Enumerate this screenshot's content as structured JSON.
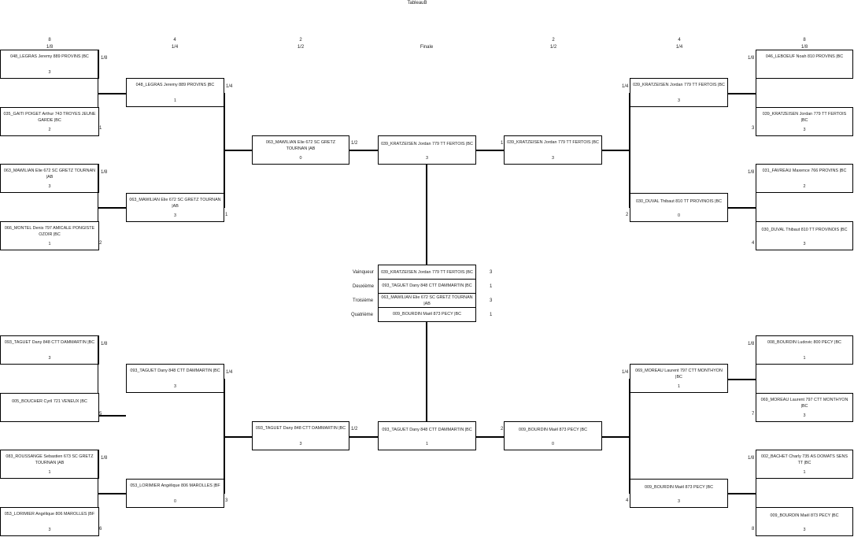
{
  "title": "TableauB",
  "headers": [
    {
      "top": "8",
      "bottom": "1/8"
    },
    {
      "top": "4",
      "bottom": "1/4"
    },
    {
      "top": "2",
      "bottom": "1/2"
    },
    {
      "top": "",
      "bottom": "Finale"
    },
    {
      "top": "2",
      "bottom": "1/2"
    },
    {
      "top": "4",
      "bottom": "1/4"
    },
    {
      "top": "8",
      "bottom": "1/8"
    }
  ],
  "matches": {
    "L1a": {
      "name": "048_LEGRAS Jeremy 889 PROVINS |BC",
      "score": "3"
    },
    "L1b": {
      "name": "035_GAITI POIGET Arthur 743 TROYES JEUNE GARDE |BC",
      "score": "2"
    },
    "L2a": {
      "name": "063_MAWILIAN Elie 672 SC GRETZ TOURNAN |AB",
      "score": "3"
    },
    "L2b": {
      "name": "066_MONTEL Denis 797 AMICALE PONGISTE OZOIR |BC",
      "score": "1"
    },
    "L3a": {
      "name": "093_TAGUET Dany 848 CTT DAMMARTIN |BC",
      "score": "3"
    },
    "L3b": {
      "name": "005_BOUCHER Cyril 721 VENEUX |BC",
      "score": ""
    },
    "L4a": {
      "name": "083_ROUSSANGE Sebastien 673 SC GRETZ TOURNAN |AB",
      "score": "1"
    },
    "L4b": {
      "name": "053_LORIMIER Angélique 806 MAROLLES |BF",
      "score": "3"
    },
    "LQ1": {
      "name": "048_LEGRAS Jeremy 889 PROVINS |BC",
      "score": "1"
    },
    "LQ2": {
      "name": "063_MAWILIAN Elie 672 SC GRETZ TOURNAN |AB",
      "score": "3"
    },
    "LQ3": {
      "name": "093_TAGUET Dany 848 CTT DAMMARTIN |BC",
      "score": "3"
    },
    "LQ4": {
      "name": "053_LORIMIER Angélique 806 MAROLLES |BF",
      "score": "0"
    },
    "LS1": {
      "name": "063_MAWILIAN Elie 672 SC GRETZ TOURNAN |AB",
      "score": "0"
    },
    "LS2": {
      "name": "093_TAGUET Dany 848 CTT DAMMARTIN |BC",
      "score": "3"
    },
    "F1": {
      "name": "039_KRATZEISEN Jordan 779 TT FERTOIS |BC",
      "score": "3"
    },
    "F2": {
      "name": "093_TAGUET Dany 848 CTT DAMMARTIN |BC",
      "score": "1"
    },
    "RS1": {
      "name": "039_KRATZEISEN Jordan 779 TT FERTOIS |BC",
      "score": "3"
    },
    "RS2": {
      "name": "009_BOURDIN Maël 873 PECY |BC",
      "score": "0"
    },
    "RQ1": {
      "name": "039_KRATZEISEN Jordan 779 TT FERTOIS |BC",
      "score": "3"
    },
    "RQ2": {
      "name": "030_DUVAL Thibaut 810 TT PROVINOIS |BC",
      "score": "0"
    },
    "RQ3": {
      "name": "069_MOREAU Laurent 797 CTT MONTHYON |BC",
      "score": "1"
    },
    "RQ4": {
      "name": "009_BOURDIN Maël 873 PECY |BC",
      "score": "3"
    },
    "R1a": {
      "name": "046_LEBOEUF Noah 810 PROVINS |BC",
      "score": ""
    },
    "R1b": {
      "name": "039_KRATZEISEN Jordan 779 TT FERTOIS |BC",
      "score": "3"
    },
    "R2a": {
      "name": "031_FAVREAU Maxence 766 PROVINS |BC",
      "score": "2"
    },
    "R2b": {
      "name": "030_DUVAL Thibaut 810 TT PROVINOIS |BC",
      "score": "3"
    },
    "R3a": {
      "name": "008_BOURDIN Ludovic 800 PECY |BC",
      "score": "1"
    },
    "R3b": {
      "name": "069_MOREAU Laurent 797 CTT MONTHYON |BC",
      "score": "3"
    },
    "R4a": {
      "name": "002_BACHET Charly 735 AS DOMATS SENS TT |BC",
      "score": "1"
    },
    "R4b": {
      "name": "009_BOURDIN Maël 873 PECY |BC",
      "score": "3"
    }
  },
  "labels": {
    "l1_8a": "1/8",
    "l1_8b": "1/8",
    "l1_8c": "1/8",
    "l1_8d": "1/8",
    "l1_4a": "1/4",
    "l1_4b": "1/4",
    "l1_2a": "1/2",
    "l1_2b": "1/2",
    "l_1": "1",
    "l_2": "2",
    "l_5": "5",
    "l_6": "6",
    "l_q1": "1",
    "l_q3": "3",
    "r1_8a": "1/8",
    "r1_8b": "1/8",
    "r1_8c": "1/8",
    "r1_8d": "1/8",
    "r1_4a": "1/4",
    "r1_4b": "1/4",
    "r_sf1": "1",
    "r_sf2": "2",
    "r_3": "3",
    "r_4": "4",
    "r_7": "7",
    "r_8": "8",
    "r_q2": "2",
    "r_q4": "4"
  },
  "results": [
    {
      "place": "Vainqueur",
      "name": "039_KRATZEISEN Jordan 779 TT FERTOIS |BC",
      "score": "3"
    },
    {
      "place": "Deuxième",
      "name": "093_TAGUET Dany 848 CTT DAMMARTIN |BC",
      "score": "1"
    },
    {
      "place": "Troisième",
      "name": "063_MAWILIAN Elie 672 SC GRETZ TOURNAN |AB",
      "score": "3"
    },
    {
      "place": "Quatrième",
      "name": "009_BOURDIN Maël 873 PECY |BC",
      "score": "1"
    }
  ]
}
